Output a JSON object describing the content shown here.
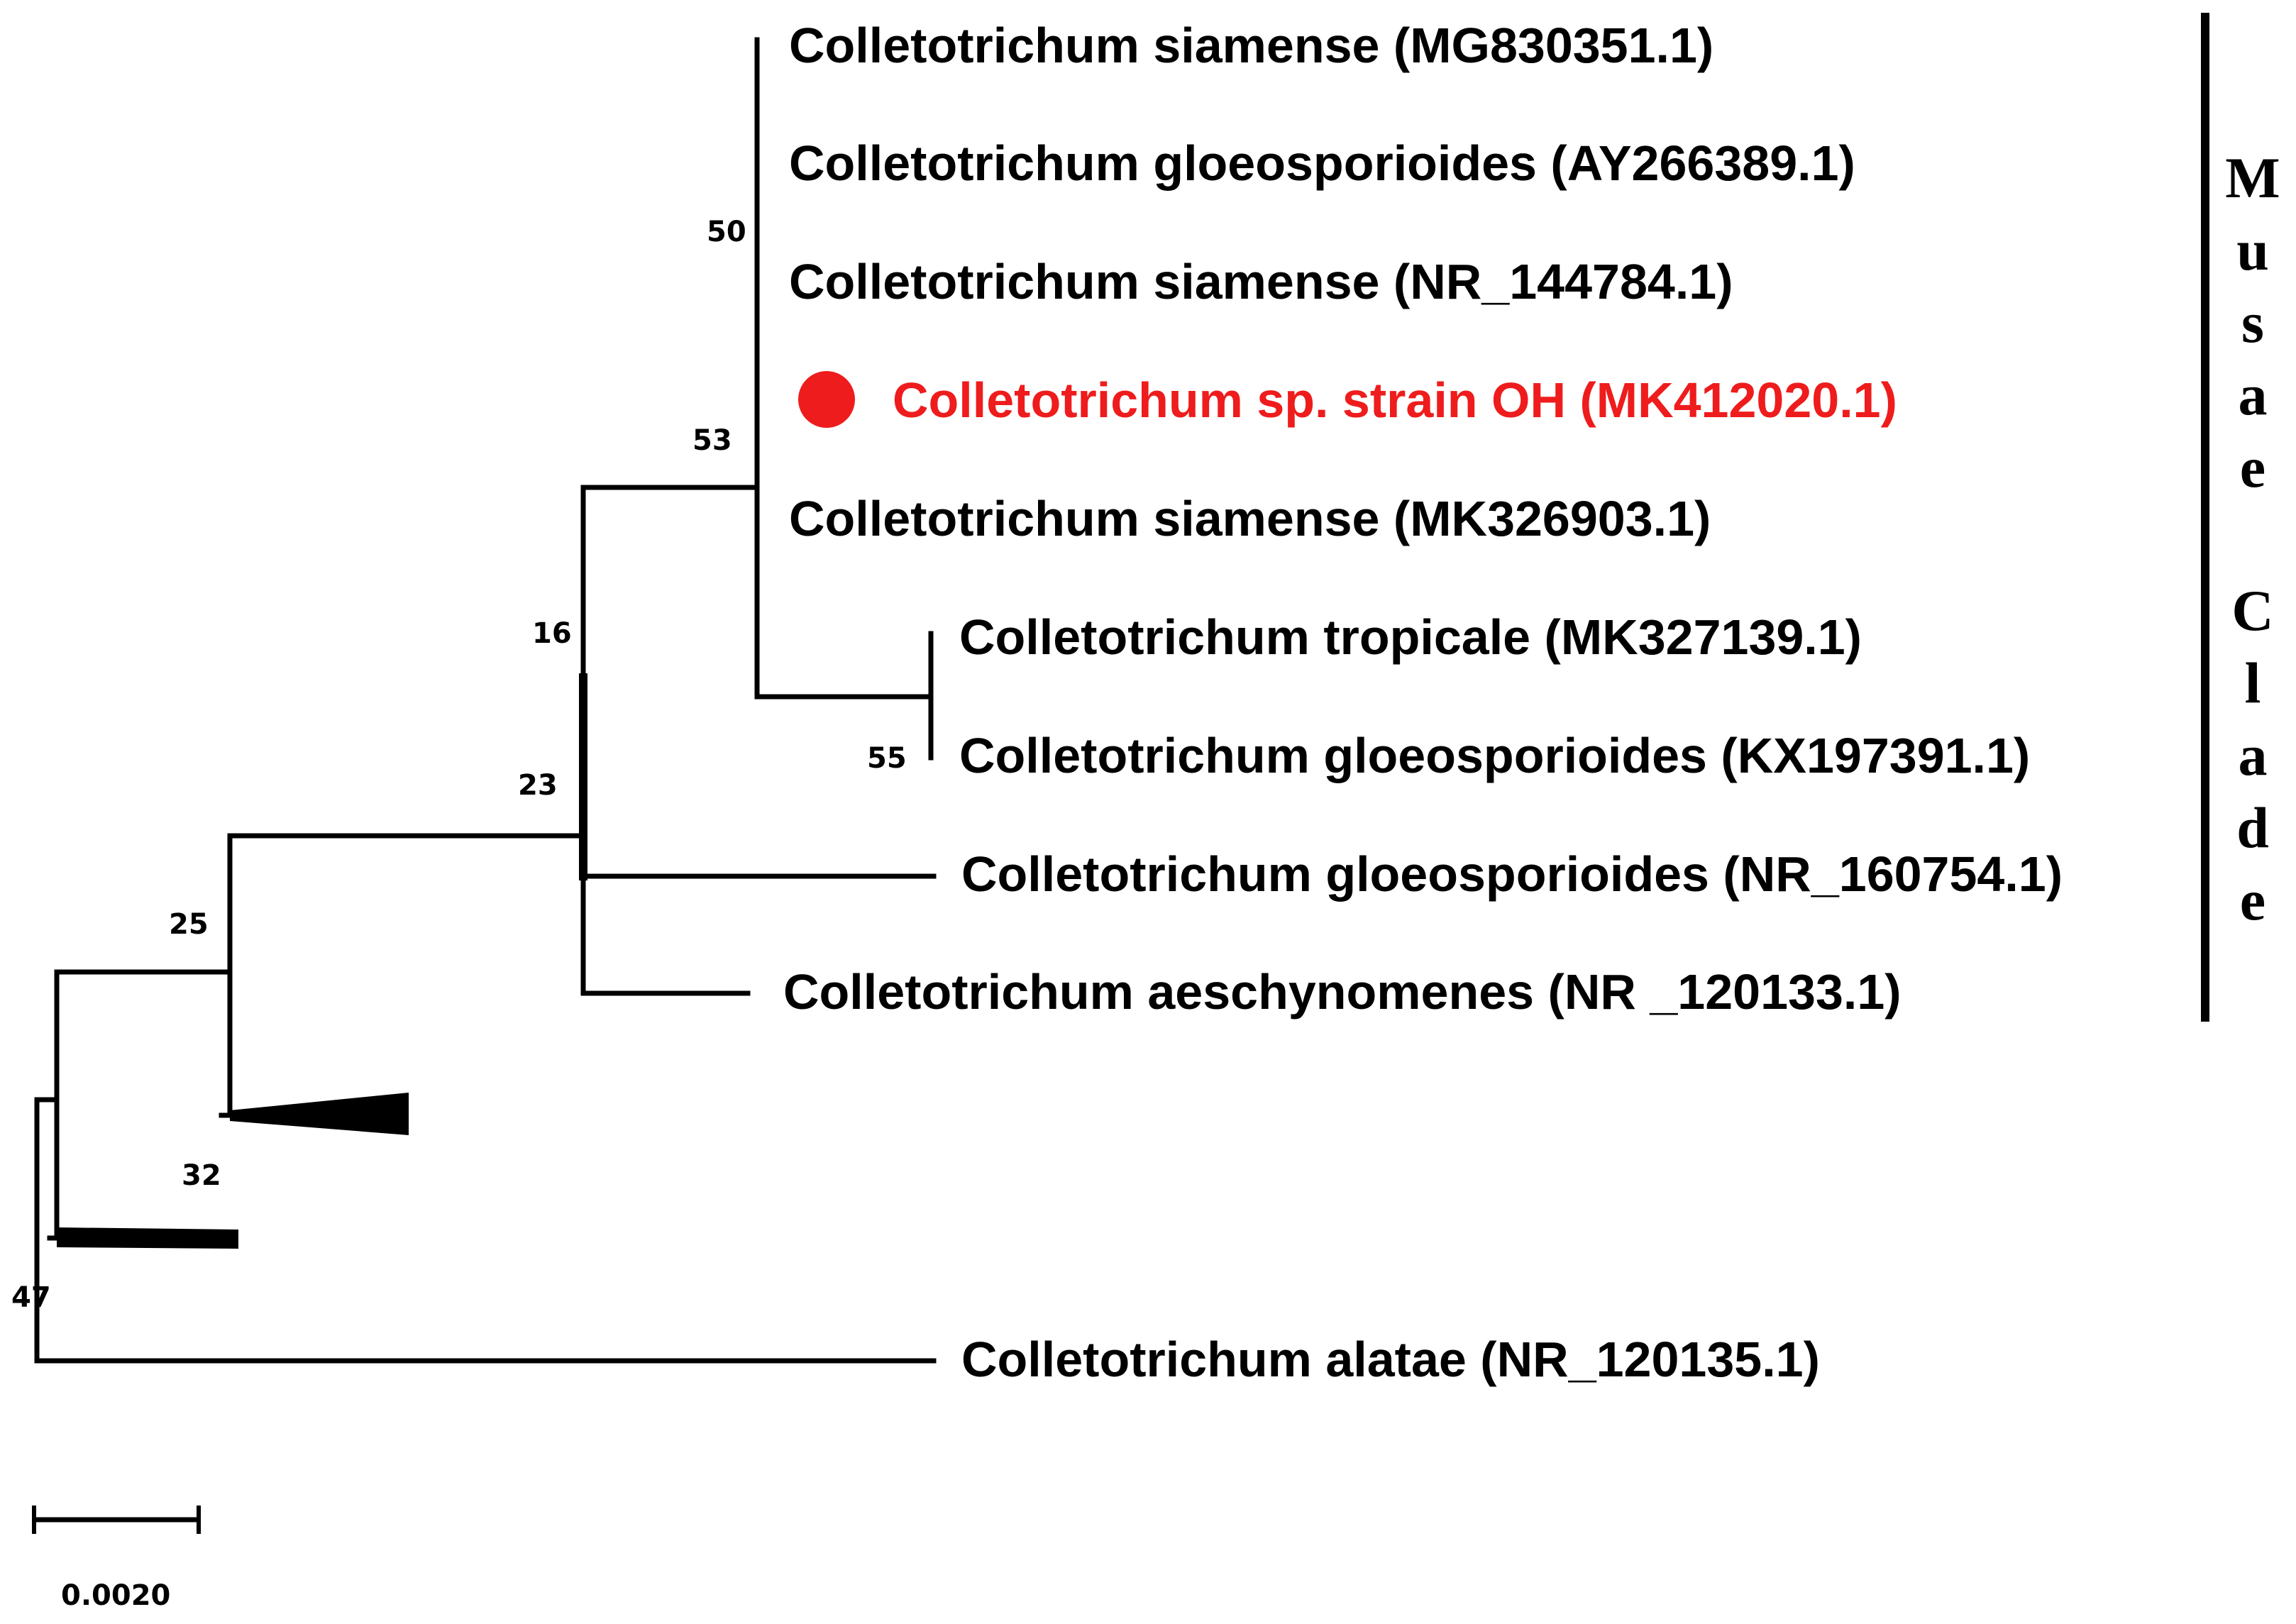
{
  "taxa": [
    {
      "label": "Colletotrichum siamense (MG830351.1)"
    },
    {
      "label": "Colletotrichum gloeosporioides (AY266389.1)"
    },
    {
      "label": "Colletotrichum siamense (NR_144784.1)"
    },
    {
      "label": "Colletotrichum sp. strain OH (MK412020.1)",
      "highlight": true
    },
    {
      "label": "Colletotrichum siamense (MK326903.1)"
    },
    {
      "label": "Colletotrichum tropicale (MK327139.1)"
    },
    {
      "label": "Colletotrichum gloeosporioides (KX197391.1)"
    },
    {
      "label": "Colletotrichum gloeosporioides (NR_160754.1)"
    },
    {
      "label": "Colletotrichum aeschynomenes (NR _120133.1)"
    },
    {
      "label": "Colletotrichum alatae (NR_120135.1)"
    }
  ],
  "support_values": [
    "50",
    "53",
    "16",
    "55",
    "23",
    "25",
    "32",
    "47"
  ],
  "clade": {
    "letters": [
      "M",
      "u",
      "s",
      "a",
      "e",
      "",
      "C",
      "l",
      "a",
      "d",
      "e"
    ]
  },
  "scale_bar": {
    "label": "0.0020",
    "value": 0.002
  },
  "colors": {
    "highlight": "#ee1c1c",
    "line": "#000000"
  },
  "marker": "red-circle"
}
